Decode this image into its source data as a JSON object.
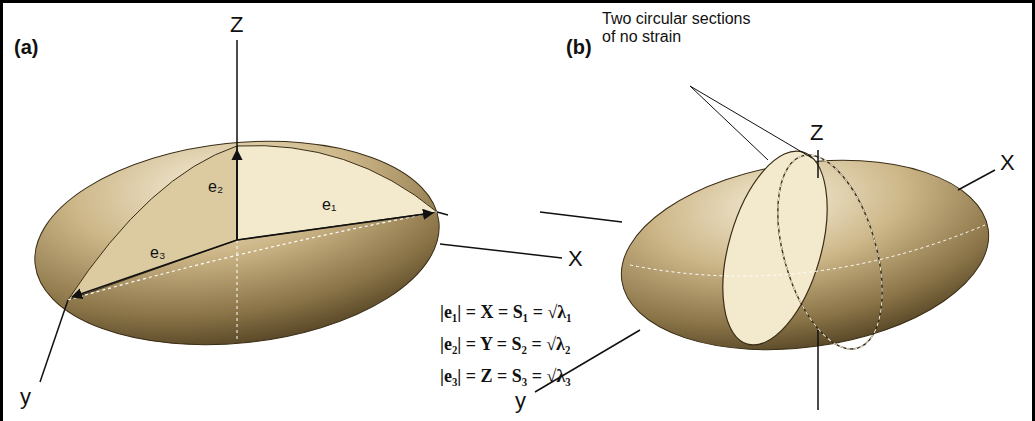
{
  "diagram": {
    "labels": [
      "(a)",
      "Z",
      "X",
      "y",
      "e₂",
      "e₁",
      "e₃",
      "|e₁| = X = S₁ = √λ₁",
      "|e₂| = Y = S₂ = √λ₂",
      "|e₃| = Z = S₃ = √λ₃",
      "(b)",
      "Two circular sections of no strain",
      "Z",
      "X",
      "y"
    ]
  }
}
